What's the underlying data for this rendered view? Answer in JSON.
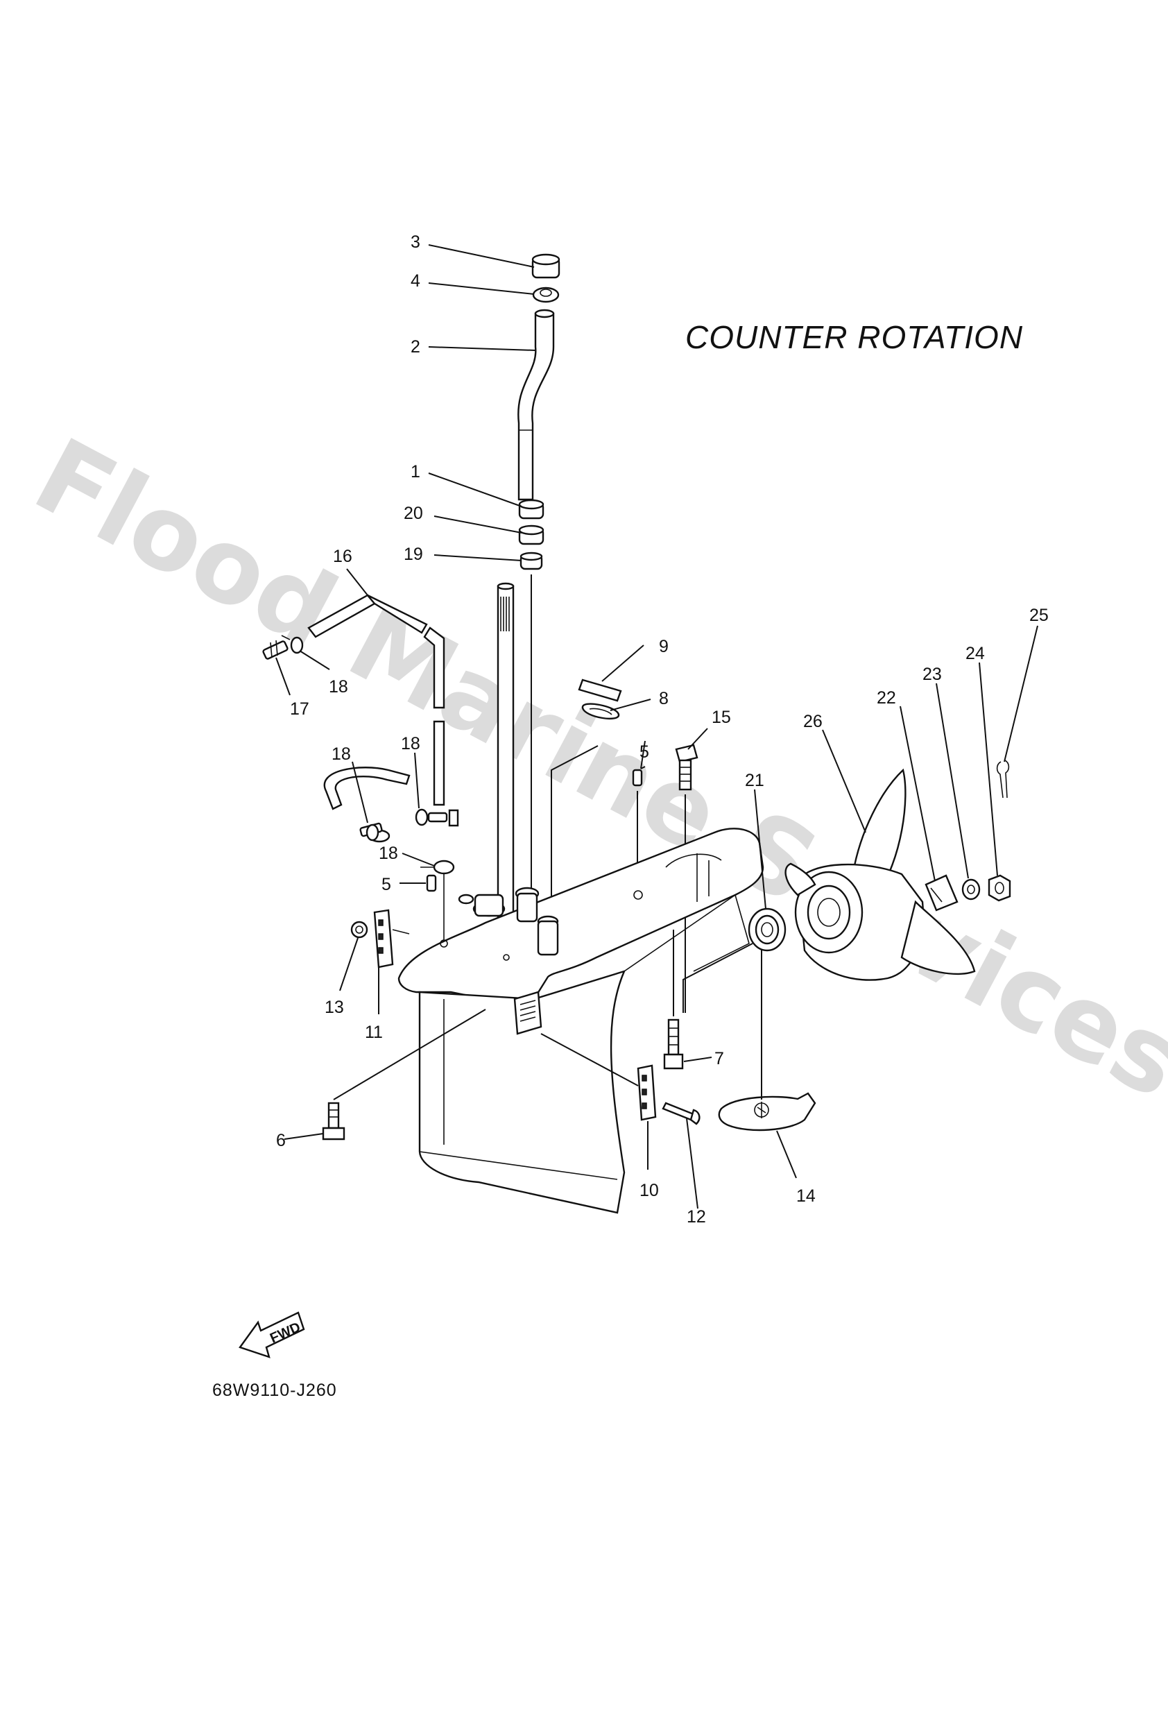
{
  "title": "COUNTER  ROTATION",
  "drawing_code": "68W9110-J260",
  "direction_marker": "FWD",
  "watermark": "Flood Marine Services",
  "callouts": [
    {
      "id": "c3",
      "label": "3"
    },
    {
      "id": "c4",
      "label": "4"
    },
    {
      "id": "c2",
      "label": "2"
    },
    {
      "id": "c1",
      "label": "1"
    },
    {
      "id": "c20",
      "label": "20"
    },
    {
      "id": "c19",
      "label": "19"
    },
    {
      "id": "c16",
      "label": "16"
    },
    {
      "id": "c18a",
      "label": "18"
    },
    {
      "id": "c17",
      "label": "17"
    },
    {
      "id": "c9",
      "label": "9"
    },
    {
      "id": "c8",
      "label": "8"
    },
    {
      "id": "c15",
      "label": "15"
    },
    {
      "id": "c5a",
      "label": "5"
    },
    {
      "id": "c18b",
      "label": "18"
    },
    {
      "id": "c18c",
      "label": "18"
    },
    {
      "id": "c18d",
      "label": "18"
    },
    {
      "id": "c5b",
      "label": "5"
    },
    {
      "id": "c21",
      "label": "21"
    },
    {
      "id": "c26",
      "label": "26"
    },
    {
      "id": "c22",
      "label": "22"
    },
    {
      "id": "c23",
      "label": "23"
    },
    {
      "id": "c24",
      "label": "24"
    },
    {
      "id": "c25",
      "label": "25"
    },
    {
      "id": "c13",
      "label": "13"
    },
    {
      "id": "c11",
      "label": "11"
    },
    {
      "id": "c7",
      "label": "7"
    },
    {
      "id": "c6",
      "label": "6"
    },
    {
      "id": "c10",
      "label": "10"
    },
    {
      "id": "c12",
      "label": "12"
    },
    {
      "id": "c14",
      "label": "14"
    }
  ]
}
